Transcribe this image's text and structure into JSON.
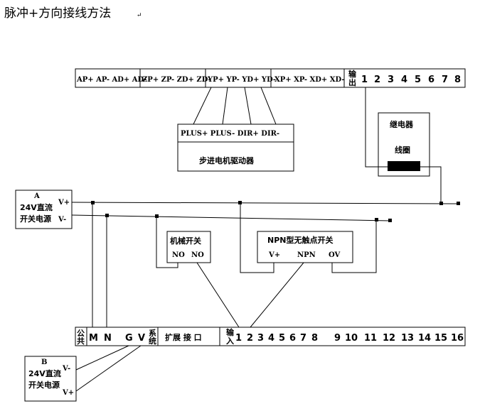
{
  "title": "脉冲+方向接线方法",
  "title_mark": "↵",
  "output_module": {
    "groups": [
      "AP+ AP- AD+ AD-",
      "ZP+ ZP- ZD+ ZD-",
      "YP+ YP- YD+ YD-",
      "XP+ XP- XD+ XD-"
    ],
    "output_label_top": "输",
    "output_label_bottom": "出",
    "outputs": [
      "1",
      "2",
      "3",
      "4",
      "5",
      "6",
      "7",
      "8"
    ]
  },
  "stepper_driver": {
    "terminals": "PLUS+ PLUS- DIR+ DIR-",
    "name": "步进电机驱动器"
  },
  "relay": {
    "name": "继电器",
    "coil": "线圈"
  },
  "power_a": {
    "id": "A",
    "line1": "24V直流",
    "line2": "开关电源",
    "vplus": "V+",
    "vminus": "V-"
  },
  "mech_switch": {
    "name": "机械开关",
    "t1": "NO",
    "t2": "NO"
  },
  "npn_switch": {
    "name": "NPN型无触点开关",
    "t1": "V+",
    "t2": "NPN",
    "t3": "OV"
  },
  "input_module": {
    "common_top": "公",
    "common_bottom": "共",
    "m": "M",
    "n": "N",
    "g": "G",
    "v": "V",
    "sys_top": "系",
    "sys_bottom": "统",
    "expand": "扩展 接 口",
    "input_top": "输",
    "input_bottom": "入",
    "inputs": [
      "1",
      "2",
      "3",
      "4",
      "5",
      "6",
      "7",
      "8",
      "9",
      "10",
      "11",
      "12",
      "13",
      "14",
      "15",
      "16"
    ]
  },
  "power_b": {
    "id": "B",
    "line1": "24V直流",
    "line2": "开关电源",
    "vminus": "V-",
    "vplus": "V+"
  }
}
